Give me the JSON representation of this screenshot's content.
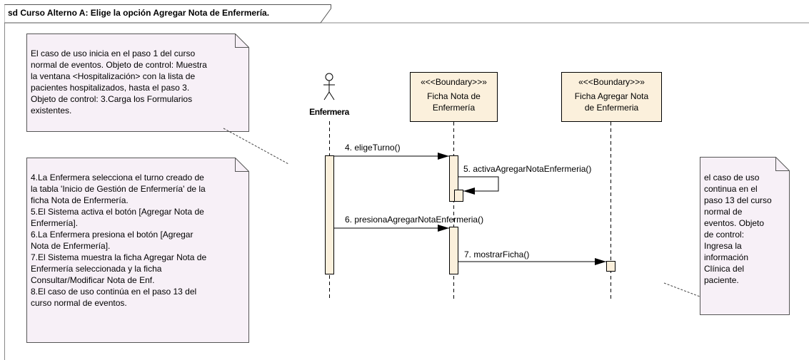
{
  "frame": {
    "title": "sd Curso Alterno A: Elige la opción Agregar Nota de Enfermería."
  },
  "colors": {
    "note_fill": "#f7f0f7",
    "boundary_fill": "#fbf0dc",
    "activation_fill": "#fbf0dc",
    "line": "#000000"
  },
  "actor": {
    "name": "Enfermera",
    "icon": "actor-stick-figure-icon"
  },
  "lifelines": [
    {
      "stereotype": "«<<Boundary>>»",
      "name_lines": [
        "Ficha Nota de",
        "Enfermería"
      ]
    },
    {
      "stereotype": "«<<Boundary>>»",
      "name_lines": [
        "Ficha Agregar Nota",
        "de Enfermeria"
      ]
    }
  ],
  "messages": [
    {
      "label": "4. eligeTurno()"
    },
    {
      "label": "5. activaAgregarNotaEnfermeria()"
    },
    {
      "label": "6. presionaAgregarNotaEnfermeria()"
    },
    {
      "label": "7. mostrarFicha()"
    }
  ],
  "notes": [
    {
      "lines": [
        "El caso de uso inicia en el paso 1 del curso",
        "normal de eventos. Objeto de control: Muestra",
        "la ventana <Hospitalización> con la lista de",
        "pacientes hospitalizados, hasta el paso 3.",
        "Objeto de control: 3.Carga los Formularios",
        "existentes."
      ]
    },
    {
      "lines": [
        "4.La Enfermera selecciona el turno creado de",
        "la tabla 'Inicio de Gestión de Enfermería' de la",
        "ficha Nota de Enfermería.",
        "5.El Sistema activa el botón [Agregar Nota de",
        "Enfermería].",
        "6.La Enfermera presiona el botón [Agregar",
        "Nota de Enfermería].",
        "7.El Sistema muestra la ficha Agregar Nota de",
        "Enfermería seleccionada y la ficha",
        "Consultar/Modificar Nota de Enf.",
        "8.El caso de uso continúa en el paso 13 del",
        "curso normal de eventos."
      ]
    },
    {
      "lines": [
        "el caso de uso",
        "continua en el",
        "paso 13 del curso",
        "normal de",
        "eventos. Objeto",
        "de control:",
        "Ingresa la",
        "información",
        "Clínica del",
        "paciente."
      ]
    }
  ]
}
